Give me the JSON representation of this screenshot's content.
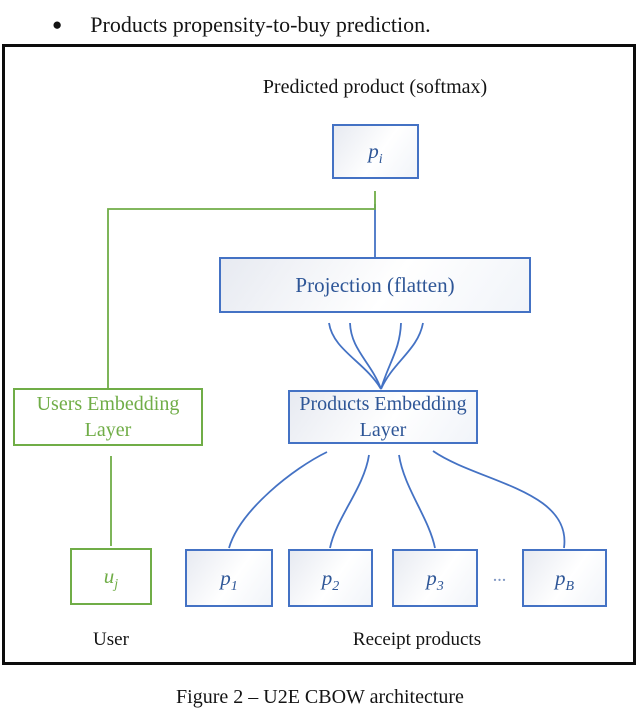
{
  "page": {
    "bullet_marker": "●",
    "bullet_text": "Products propensity-to-buy prediction.",
    "caption": "Figure 2 – U2E CBOW architecture"
  },
  "diagram": {
    "title": "Predicted product (softmax)",
    "nodes": {
      "pi": {
        "base": "p",
        "sub": "i"
      },
      "projection": "Projection (flatten)",
      "users_embedding": "Users Embedding Layer",
      "products_embedding": "Products Embedding Layer",
      "uj": {
        "base": "u",
        "sub": "j"
      },
      "p1": {
        "base": "p",
        "sub": "1"
      },
      "p2": {
        "base": "p",
        "sub": "2"
      },
      "p3": {
        "base": "p",
        "sub": "3"
      },
      "ellipsis": "...",
      "pB": {
        "base": "p",
        "sub": "B"
      }
    },
    "labels": {
      "user": "User",
      "receipt_products": "Receipt products"
    },
    "colors": {
      "blue": "#4472C4",
      "blue_text": "#2E5697",
      "green": "#70AD47",
      "text_black": "#141414"
    }
  }
}
